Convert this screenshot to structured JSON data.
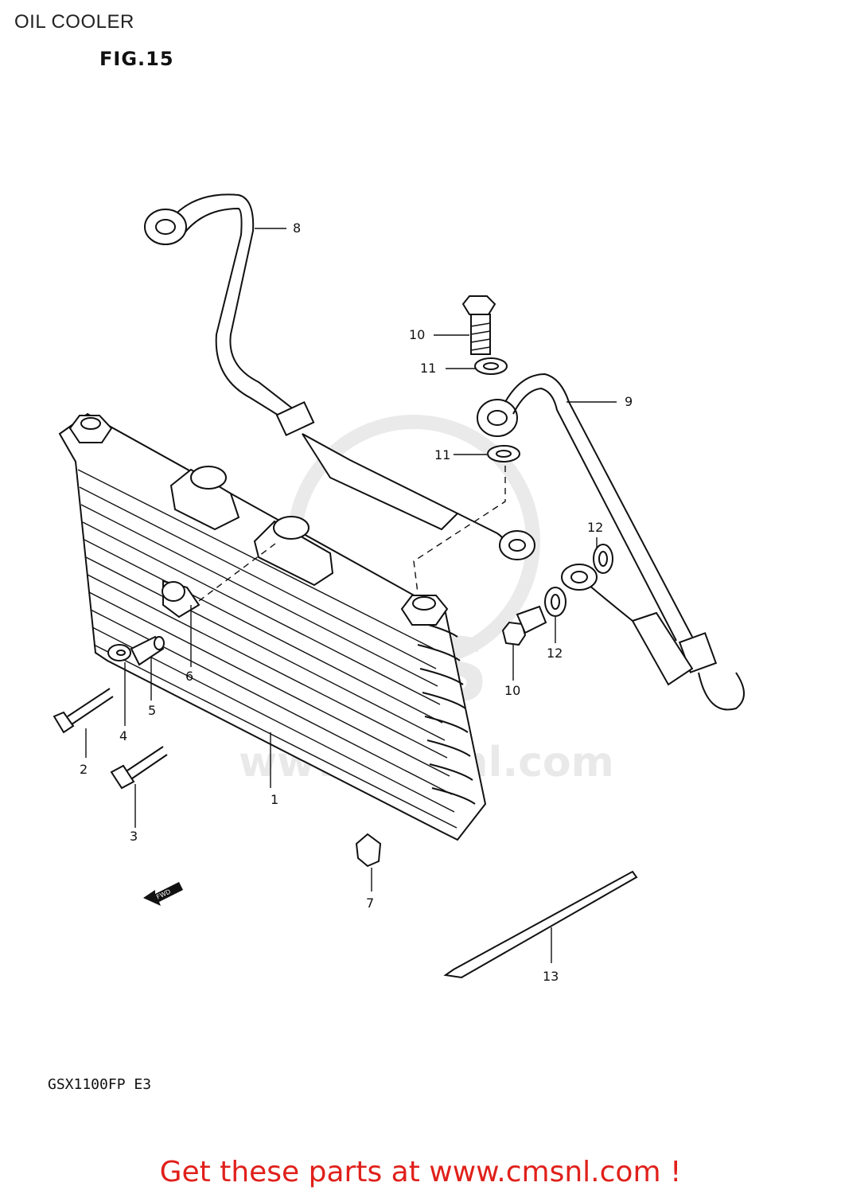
{
  "title": "OIL COOLER",
  "figure": "FIG.15",
  "model": "GSX1100FP  E3",
  "cta": "Get these parts at www.cmsnl.com !",
  "fwd_label": "FWD",
  "colors": {
    "cta": "#e0201a",
    "line": "#111111",
    "watermark": "#d8d8d8"
  },
  "callouts": [
    {
      "id": "1",
      "label": "1"
    },
    {
      "id": "2",
      "label": "2"
    },
    {
      "id": "3",
      "label": "3"
    },
    {
      "id": "4",
      "label": "4"
    },
    {
      "id": "5",
      "label": "5"
    },
    {
      "id": "6",
      "label": "6"
    },
    {
      "id": "7",
      "label": "7"
    },
    {
      "id": "8",
      "label": "8"
    },
    {
      "id": "9",
      "label": "9"
    },
    {
      "id": "10a",
      "label": "10"
    },
    {
      "id": "10b",
      "label": "10"
    },
    {
      "id": "11a",
      "label": "11"
    },
    {
      "id": "11b",
      "label": "11"
    },
    {
      "id": "12a",
      "label": "12"
    },
    {
      "id": "12b",
      "label": "12"
    },
    {
      "id": "13",
      "label": "13"
    }
  ]
}
